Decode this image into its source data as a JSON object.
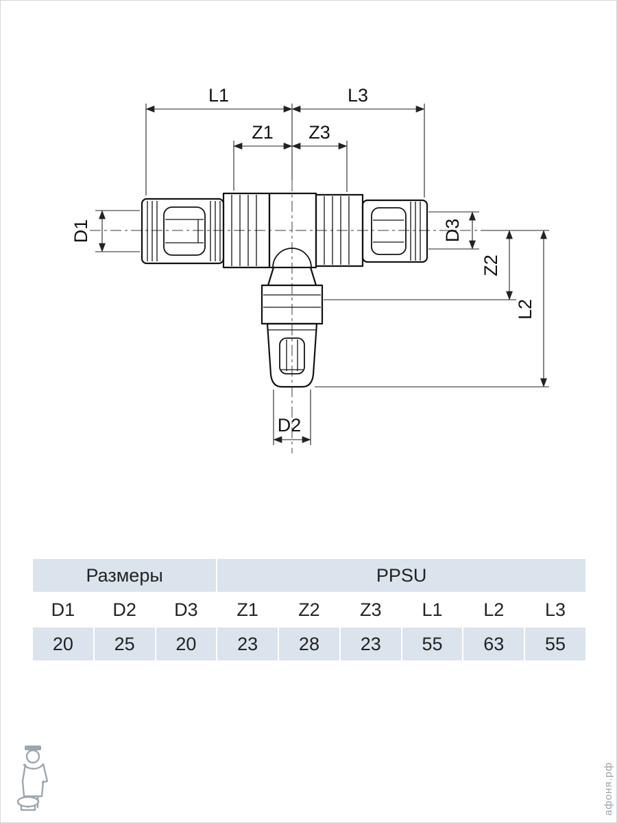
{
  "drawing": {
    "labels": {
      "l1": "L1",
      "l3": "L3",
      "z1": "Z1",
      "z3": "Z3",
      "d1": "D1",
      "d3": "D3",
      "z2": "Z2",
      "l2": "L2",
      "d2": "D2"
    }
  },
  "table": {
    "size_group": "Размеры",
    "material_group": "PPSU",
    "columns": [
      "D1",
      "D2",
      "D3",
      "Z1",
      "Z2",
      "Z3",
      "L1",
      "L2",
      "L3"
    ],
    "values": [
      "20",
      "25",
      "20",
      "23",
      "28",
      "23",
      "55",
      "63",
      "55"
    ],
    "header_bg": "#dbe3ec"
  },
  "watermark": {
    "site": "афоня.рф"
  }
}
